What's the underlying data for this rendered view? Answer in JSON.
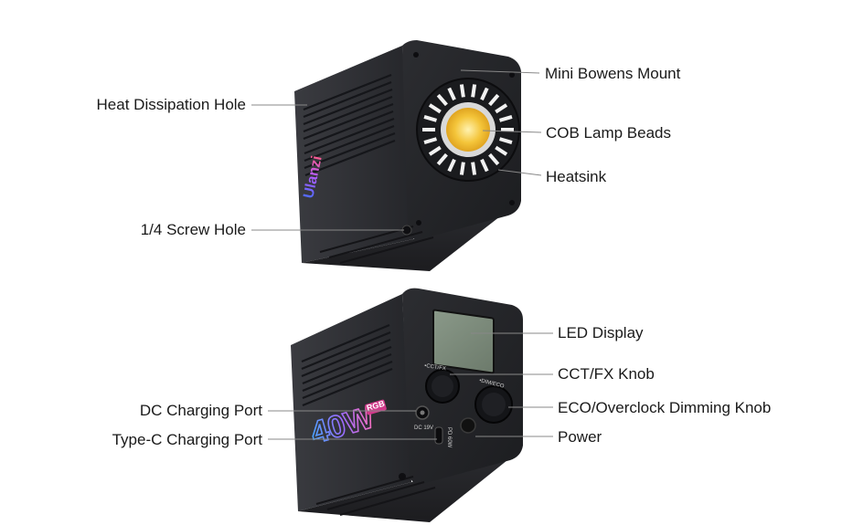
{
  "labels": {
    "heat_dissipation_hole": "Heat Dissipation Hole",
    "mini_bowens_mount": "Mini Bowens Mount",
    "cob_lamp_beads": "COB Lamp Beads",
    "heatsink": "Heatsink",
    "screw_hole": "1/4 Screw Hole",
    "led_display": "LED Display",
    "cct_fx_knob": "CCT/FX Knob",
    "dc_charging_port": "DC Charging Port",
    "eco_overclock_knob": "ECO/Overclock Dimming Knob",
    "type_c_port": "Type-C Charging Port",
    "power": "Power"
  },
  "device": {
    "brand": "Ulanzi",
    "wattage": "40W",
    "rgb_badge": "RGB",
    "dc_port_text": "DC 19V",
    "pd_port_text": "PD 60W",
    "cct_knob_text": "•CCT/FX",
    "dim_knob_text": "•DIM/ECO"
  },
  "colors": {
    "body": "#2e2f33",
    "body_dark": "#1f2023",
    "leader": "#888888",
    "cob_yellow": "#f2c232",
    "lcd": "#7d8b7c"
  }
}
